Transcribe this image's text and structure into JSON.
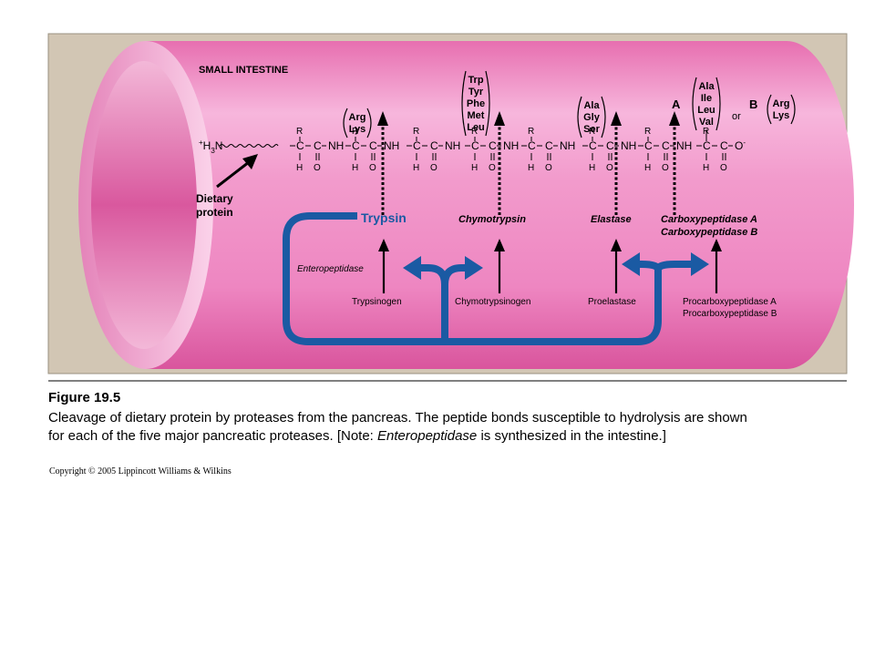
{
  "small_intestine_label": "SMALL INTESTINE",
  "peptide": {
    "n_terminus": "+H3N",
    "r_label": "R",
    "h_label": "H",
    "o_label": "O",
    "c_label": "C",
    "nh_label": "NH",
    "c_terminus": "O-"
  },
  "dietary_protein": [
    "Dietary",
    "protein"
  ],
  "specificities": {
    "trypsin": [
      "Arg",
      "Lys"
    ],
    "chymotrypsin": [
      "Trp",
      "Tyr",
      "Phe",
      "Met",
      "Leu"
    ],
    "elastase": [
      "Ala",
      "Gly",
      "Ser"
    ],
    "carboxypeptidase_a_letter": "A",
    "carboxypeptidase_a": [
      "Ala",
      "Ile",
      "Leu",
      "Val"
    ],
    "or_label": "or",
    "carboxypeptidase_b_letter": "B",
    "carboxypeptidase_b": [
      "Arg",
      "Lys"
    ]
  },
  "enzymes": {
    "trypsin": "Trypsin",
    "chymotrypsin": "Chymotrypsin",
    "elastase": "Elastase",
    "carboxypeptidase_a": "Carboxypeptidase A",
    "carboxypeptidase_b": "Carboxypeptidase B"
  },
  "zymogens": {
    "trypsinogen": "Trypsinogen",
    "chymotrypsinogen": "Chymotrypsinogen",
    "proelastase": "Proelastase",
    "procarboxypeptidase_a": "Procarboxypeptidase A",
    "procarboxypeptidase_b": "Procarboxypeptidase B"
  },
  "enteropeptidase": "Enteropeptidase",
  "caption": {
    "title": "Figure 19.5",
    "line1": "Cleavage of dietary protein by proteases from the pancreas. The peptide bonds susceptible to hydrolysis are shown",
    "line2_pre": "for each of the five major pancreatic proteases. [Note: ",
    "line2_em": "Enteropeptidase",
    "line2_post": " is synthesized in the intestine.]"
  },
  "copyright": "Copyright © 2005 Lippincott Williams & Wilkins",
  "colors": {
    "frame": "#d2c6b4",
    "tube_pink": "#ef8fc4",
    "tube_highlight": "#fbd3ea",
    "arrow_blue": "#1a5aa3",
    "trypsin_text": "#1a5aa3"
  }
}
